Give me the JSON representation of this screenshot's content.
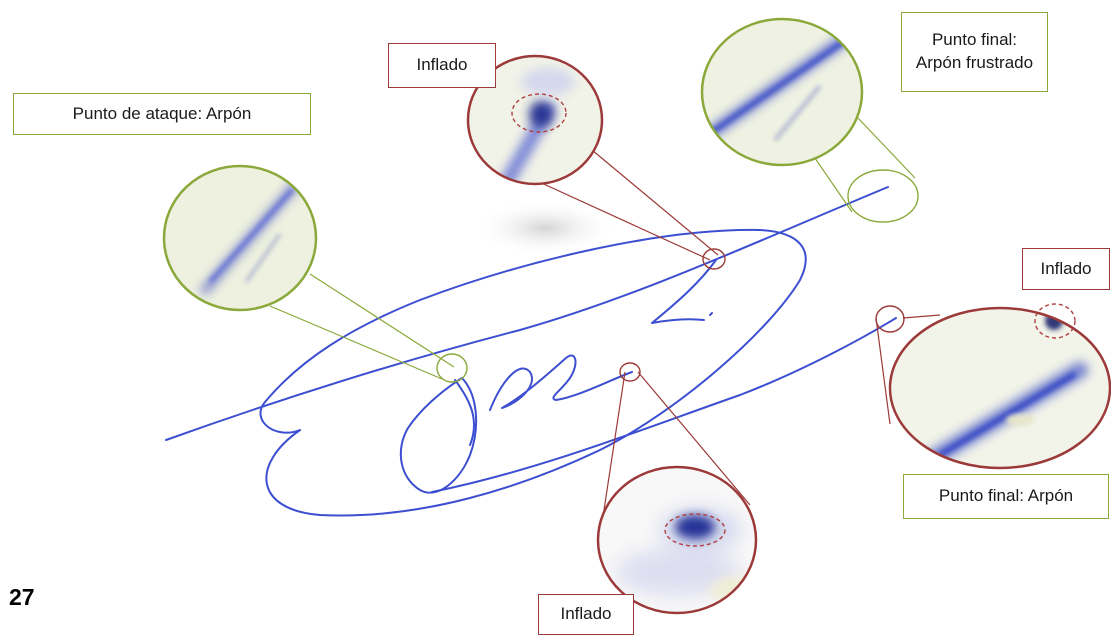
{
  "labels": {
    "attack_point": "Punto de ataque: Arpón",
    "inflated_top": "Inflado",
    "end_point_frustrated_line1": "Punto final:",
    "end_point_frustrated_line2": "Arpón frustrado",
    "inflated_right": "Inflado",
    "end_point": "Punto final: Arpón",
    "inflated_bottom": "Inflado"
  },
  "page_number": "27",
  "colors": {
    "ink": "#3c4fd0",
    "green_callout": "#8aa93a",
    "red_callout": "#9b3a38"
  }
}
